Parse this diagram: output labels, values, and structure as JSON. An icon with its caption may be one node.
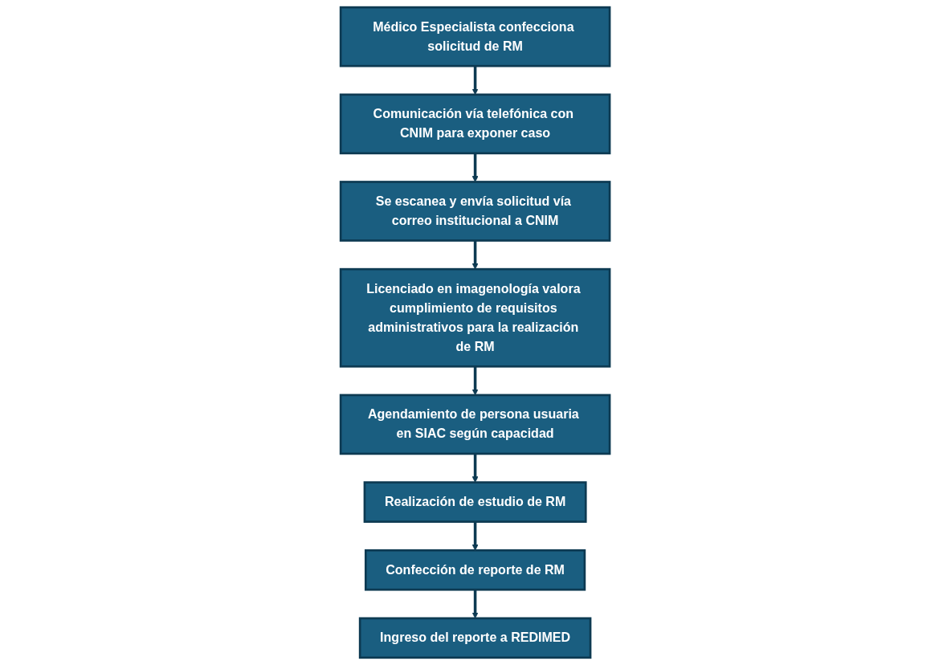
{
  "diagram": {
    "nodes": [
      {
        "text": [
          "Médico Especialista confecciona solicitud de RM"
        ]
      },
      {
        "text": [
          "Comunicación vía telefónica con CNIM para exponer caso"
        ]
      },
      {
        "text": [
          "Se escanea y envía solicitud vía correo institucional a CNIM"
        ]
      },
      {
        "text": [
          "Licenciado en imagenología valora cumplimiento de requisitos administrativos para la realización de RM"
        ]
      },
      {
        "text": [
          "Agendamiento de persona usuaria en SIAC según capacidad"
        ]
      },
      {
        "text": [
          "Realización de estudio de RM"
        ]
      },
      {
        "text": [
          "Confección de reporte de RM"
        ]
      },
      {
        "text": [
          "Ingreso del reporte a REDIMED"
        ]
      }
    ],
    "edges": [
      {
        "from": 0,
        "to": 1,
        "arrow": "to"
      },
      {
        "from": 1,
        "to": 2,
        "arrow": "to"
      },
      {
        "from": 2,
        "to": 3,
        "arrow": "to"
      },
      {
        "from": 3,
        "to": 4,
        "arrow": "to"
      },
      {
        "from": 4,
        "to": 5,
        "arrow": "to"
      },
      {
        "from": 5,
        "to": 6,
        "arrow": "to"
      },
      {
        "from": 6,
        "to": 7,
        "arrow": "to"
      }
    ]
  }
}
